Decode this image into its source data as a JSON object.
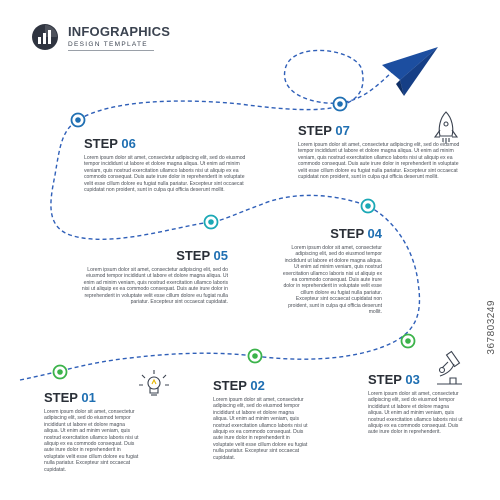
{
  "logo": {
    "title": "INFOGRAPHICS",
    "subtitle": "DESIGN TEMPLATE"
  },
  "colors": {
    "path_blue": "#2f5fb8",
    "node_blue": "#1f6fb2",
    "node_teal": "#1aa8b5",
    "node_green": "#3bb34a",
    "plane": "#1c4ea0"
  },
  "steps": [
    {
      "word": "STEP",
      "number": "06",
      "body": "Lorem ipsum dolor sit amet, consectetur adipiscing elit, sed do eiusmod tempor incididunt ut labore et dolore magna aliqua. Ut enim ad minim veniam, quis nostrud exercitation ullamco laboris nisi ut aliquip ex ea commodo consequat. Duis aute irure dolor in reprehenderit in voluptate velit esse cillum dolore eu fugiat nulla pariatur. Excepteur sint occaecat cupidatat non proident, sunt in culpa qui officia deserunt mollit."
    },
    {
      "word": "STEP",
      "number": "07",
      "body": "Lorem ipsum dolor sit amet, consectetur adipiscing elit, sed do eiusmod tempor incididunt ut labore et dolore magna aliqua. Ut enim ad minim veniam, quis nostrud exercitation ullamco laboris nisi ut aliquip ex ea commodo consequat. Duis aute irure dolor in reprehenderit in voluptate velit esse cillum dolore eu fugiat nulla pariatur. Excepteur sint occaecat cupidatat non proident, sunt in culpa qui officia deserunt mollit."
    },
    {
      "word": "STEP",
      "number": "05",
      "body": "Lorem ipsum dolor sit amet, consectetur adipiscing elit, sed do eiusmod tempor incididunt ut labore et dolore magna aliqua. Ut enim ad minim veniam, quis nostrud exercitation ullamco laboris nisi ut aliquip ex ea commodo consequat. Duis aute irure dolor in reprehenderit in voluptate velit esse cillum dolore eu fugiat nulla pariatur. Excepteur sint occaecat cupidatat."
    },
    {
      "word": "STEP",
      "number": "04",
      "body": "Lorem ipsum dolor sit amet, consectetur adipiscing elit, sed do eiusmod tempor incididunt ut labore et dolore magna aliqua. Ut enim ad minim veniam, quis nostrud exercitation ullamco laboris nisi ut aliquip ex ea commodo consequat. Duis aute irure dolor in reprehenderit in voluptate velit esse cillum dolore eu fugiat nulla pariatur. Excepteur sint occaecat cupidatat non proident, sunt in culpa qui officia deserunt mollit."
    },
    {
      "word": "STEP",
      "number": "01",
      "body": "Lorem ipsum dolor sit amet, consectetur adipiscing elit, sed do eiusmod tempor incididunt ut labore et dolore magna aliqua. Ut enim ad minim veniam, quis nostrud exercitation ullamco laboris nisi ut aliquip ex ea commodo consequat. Duis aute irure dolor in reprehenderit in voluptate velit esse cillum dolore eu fugiat nulla pariatur. Excepteur sint occaecat cupidatat."
    },
    {
      "word": "STEP",
      "number": "02",
      "body": "Lorem ipsum dolor sit amet, consectetur adipiscing elit, sed do eiusmod tempor incididunt ut labore et dolore magna aliqua. Ut enim ad minim veniam, quis nostrud exercitation ullamco laboris nisi ut aliquip ex ea commodo consequat. Duis aute irure dolor in reprehenderit in voluptate velit esse cillum dolore eu fugiat nulla pariatur. Excepteur sint occaecat cupidatat."
    },
    {
      "word": "STEP",
      "number": "03",
      "body": "Lorem ipsum dolor sit amet, consectetur adipiscing elit, sed do eiusmod tempor incididunt ut labore et dolore magna aliqua. Ut enim ad minim veniam, quis nostrud exercitation ullamco laboris nisi ut aliquip ex ea commodo consequat. Duis aute irure dolor in reprehenderit."
    }
  ],
  "icons": {
    "rocket": "rocket-icon",
    "lightbulb": "lightbulb-icon",
    "microscope": "microscope-icon",
    "plane": "paper-plane-icon"
  },
  "watermark": "367803249"
}
